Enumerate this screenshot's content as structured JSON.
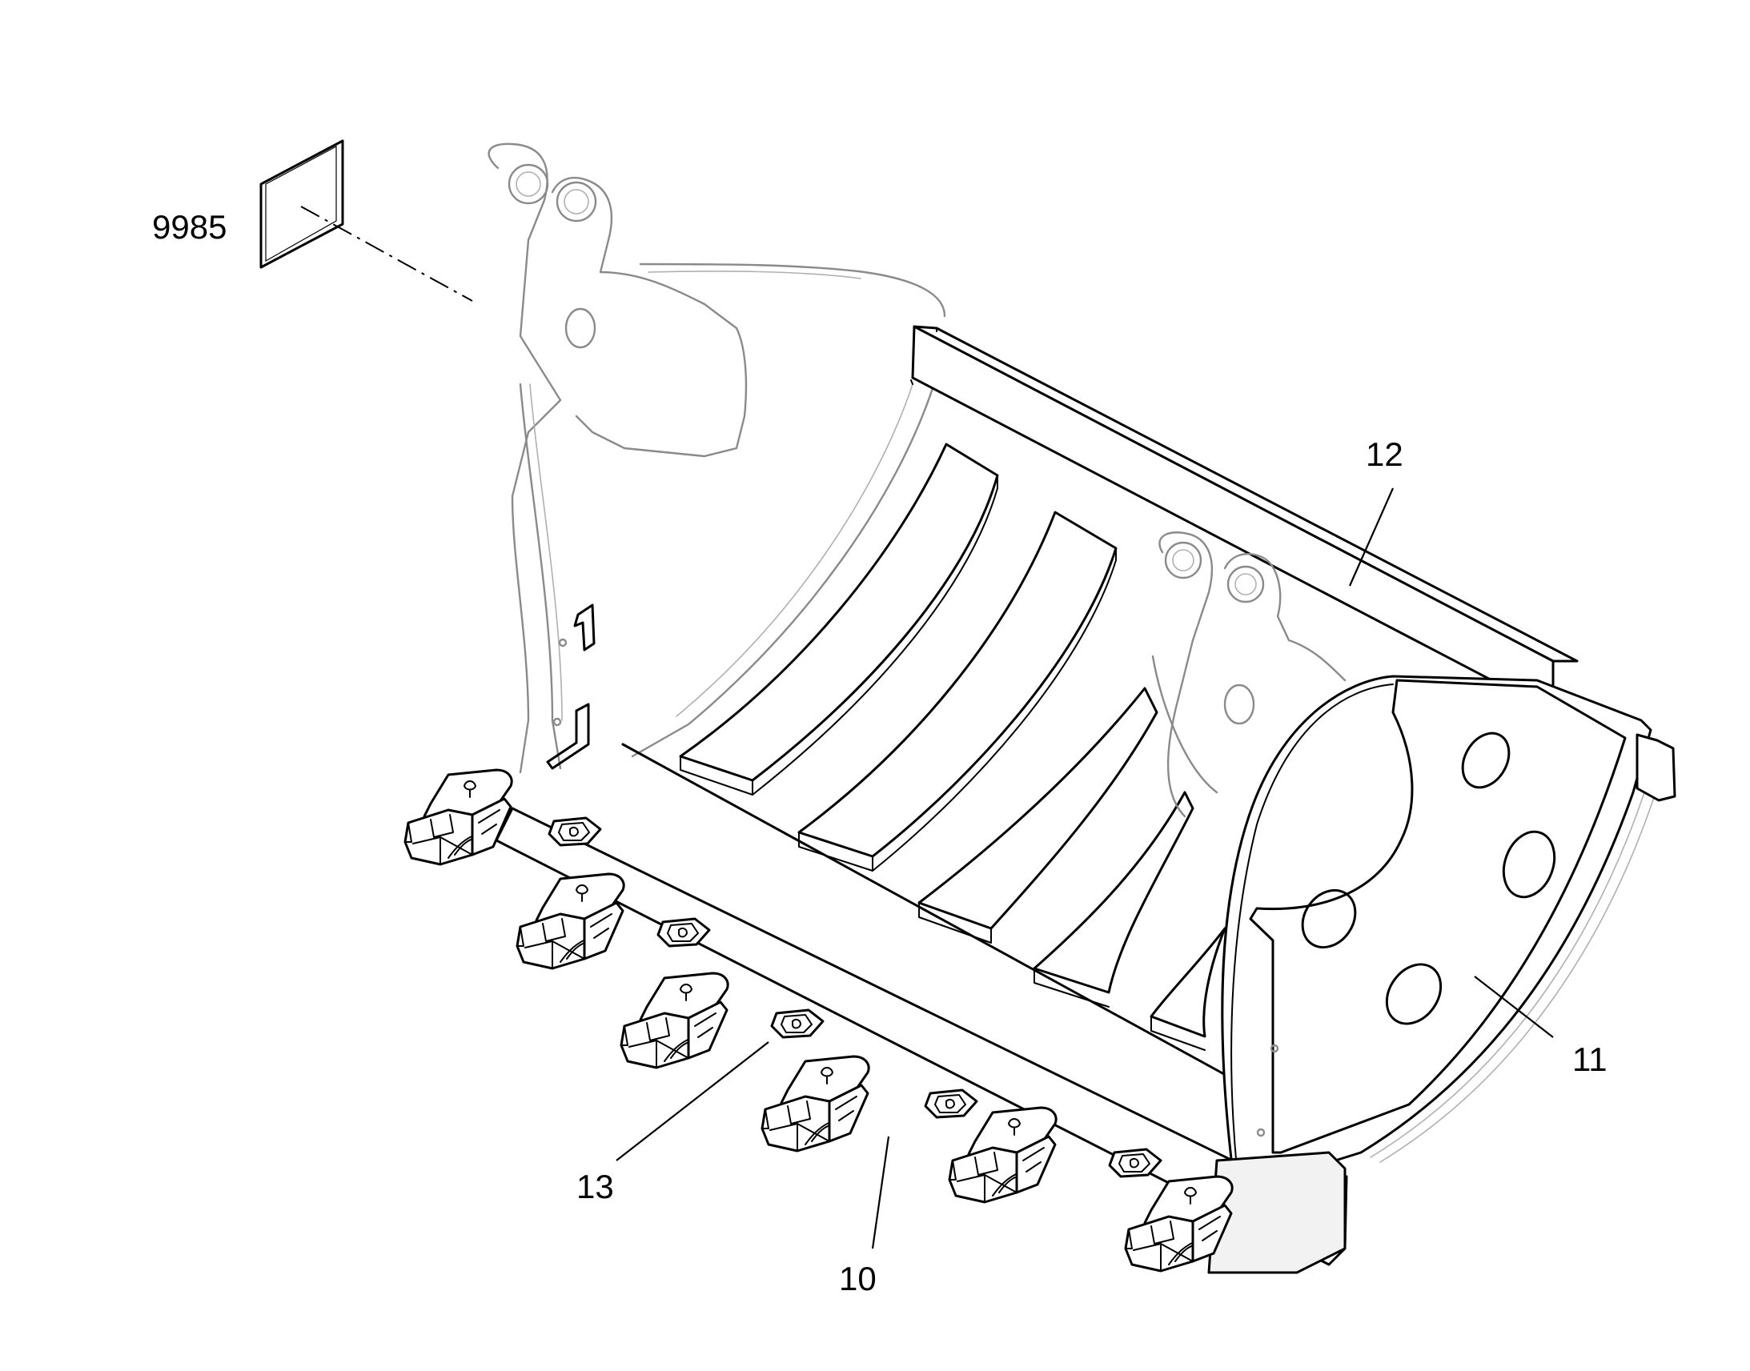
{
  "callouts": {
    "c9985": "9985",
    "c12": "12",
    "c11": "11",
    "c13": "13",
    "c10": "10"
  },
  "colors": {
    "line": "#000000",
    "ghost_line": "#8a8a8a",
    "background": "#ffffff"
  }
}
